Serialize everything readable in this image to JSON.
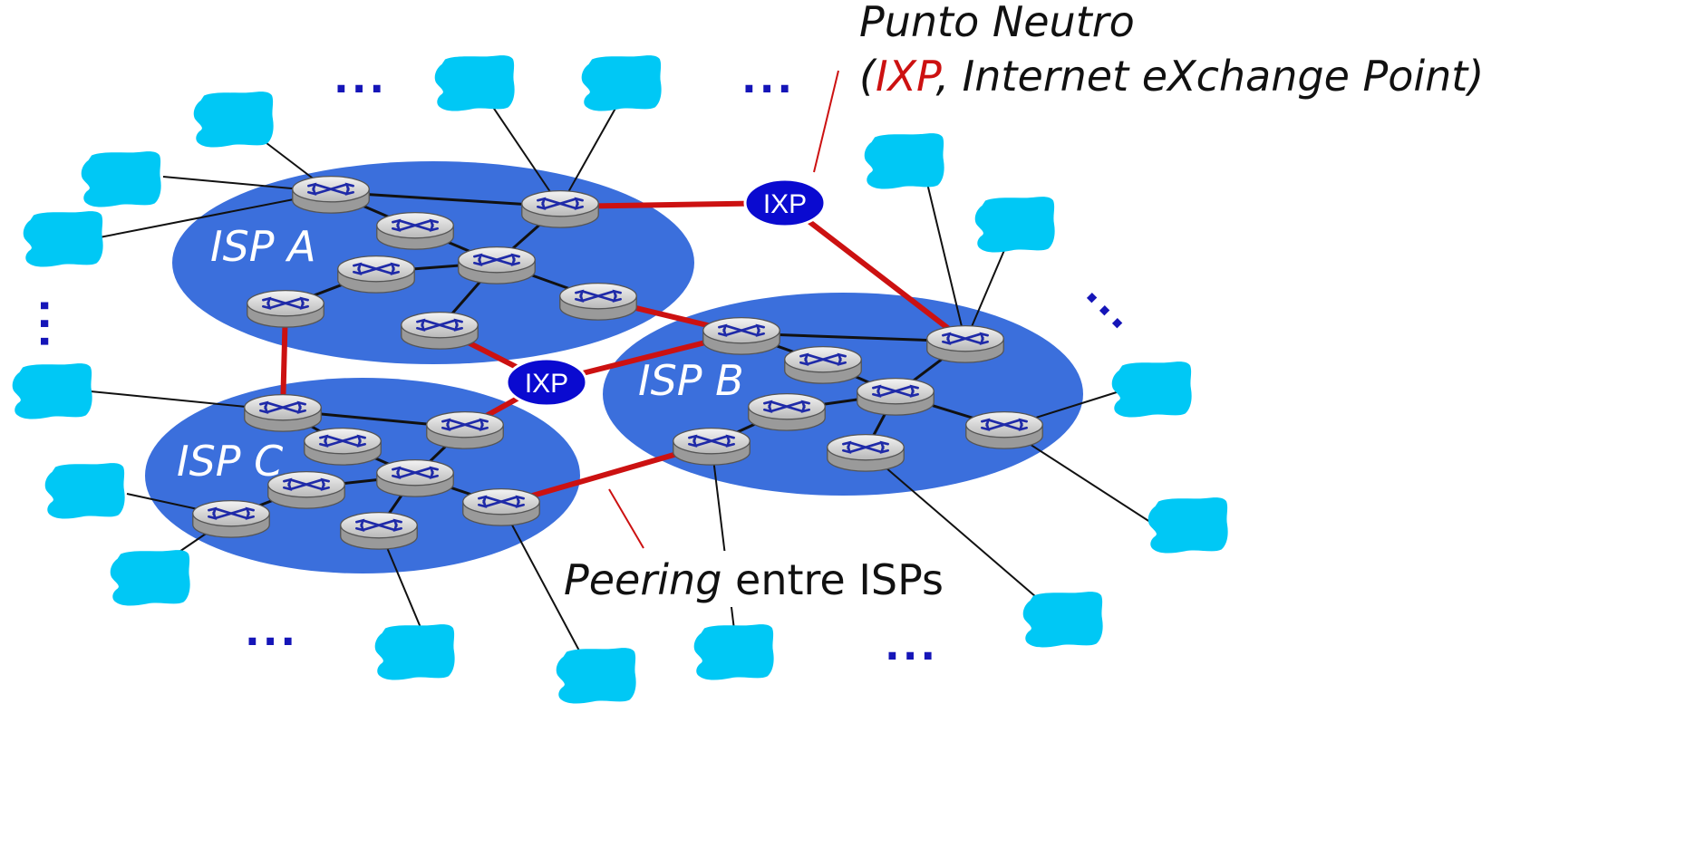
{
  "isps": [
    {
      "id": "A",
      "label": "ISP A"
    },
    {
      "id": "B",
      "label": "ISP B"
    },
    {
      "id": "C",
      "label": "ISP C"
    }
  ],
  "ixp_label": "IXP",
  "annotation_ixp": {
    "line1": "Punto Neutro",
    "paren_open": "(",
    "ixp_word": "IXP",
    "line2_rest": ", Internet eXchange Point)"
  },
  "annotation_peering": {
    "italic": "Peering",
    "rest": " entre ISPs"
  },
  "ellipsis": "...",
  "colors": {
    "isp_fill": "#3b6fdc",
    "ixp_fill": "#0a0ad0",
    "peering_line": "#cc1111",
    "access_network": "#00c8f5",
    "ixp_highlight": "#cc1111",
    "ellipsis": "#1515b8"
  }
}
